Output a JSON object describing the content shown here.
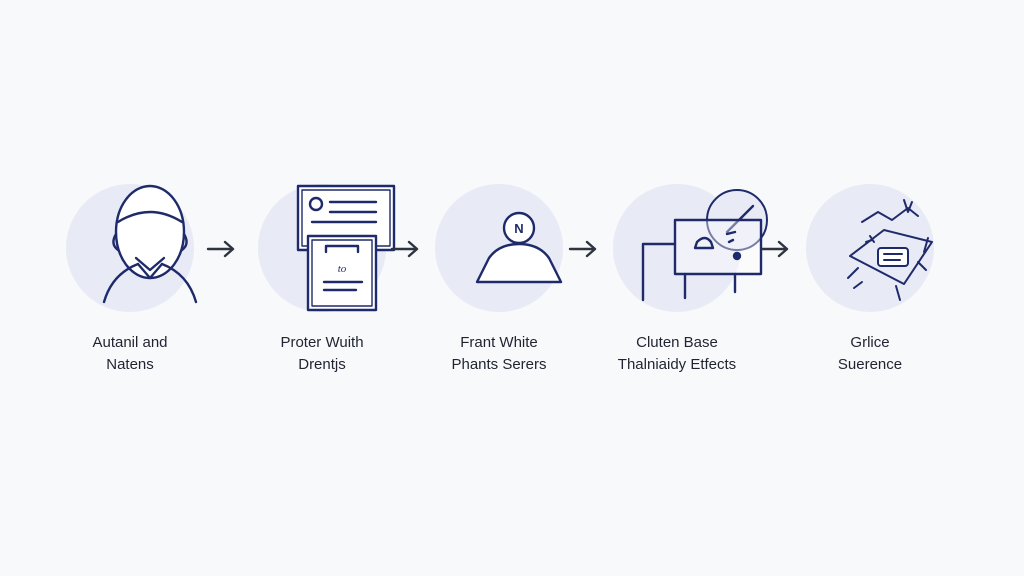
{
  "colors": {
    "background": "#f8f9fb",
    "circle": "#e8eaf6",
    "icon_stroke": "#1f2a6b",
    "text": "#1f2430",
    "arrow": "#2e3440"
  },
  "steps": [
    {
      "icon": "person-avatar-icon",
      "line1": "Autanil and",
      "line2": "Natens"
    },
    {
      "icon": "documents-icon",
      "line1": "Proter Wuith",
      "line2": "Drentjs"
    },
    {
      "icon": "user-badge-icon",
      "line1": "Frant White",
      "line2": "Phants Serers"
    },
    {
      "icon": "cart-scan-icon",
      "line1": "Cluten Base",
      "line2": "Thalniaidy Etfects"
    },
    {
      "icon": "sparkle-map-icon",
      "line1": "Grlice",
      "line2": "Suerence"
    }
  ],
  "step_badges": {
    "user_badge_letter": "N",
    "document_tag": "to"
  }
}
